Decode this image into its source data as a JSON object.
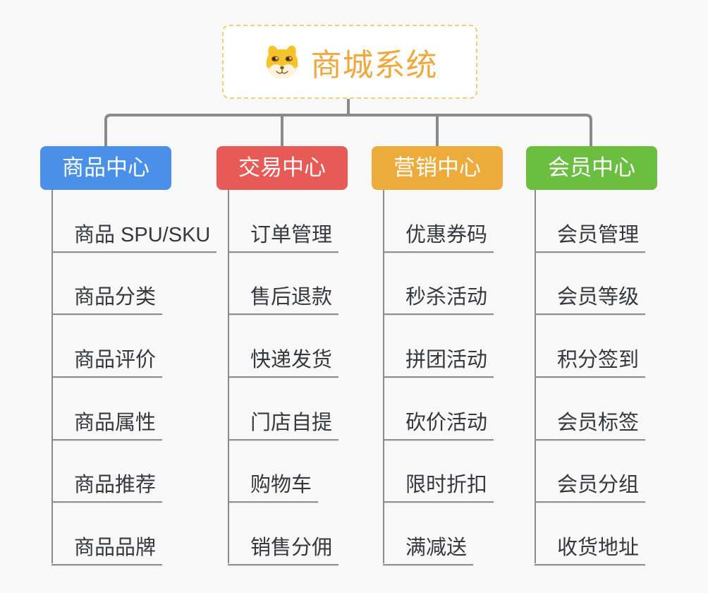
{
  "root": {
    "label": "商城系统",
    "icon": "dog-face-icon"
  },
  "branches": [
    {
      "label": "商品中心",
      "color": "#4A90E8",
      "items": [
        "商品 SPU/SKU",
        "商品分类",
        "商品评价",
        "商品属性",
        "商品推荐",
        "商品品牌"
      ]
    },
    {
      "label": "交易中心",
      "color": "#E75A56",
      "items": [
        "订单管理",
        "售后退款",
        "快递发货",
        "门店自提",
        "购物车",
        "销售分佣"
      ]
    },
    {
      "label": "营销中心",
      "color": "#ECAB3B",
      "items": [
        "优惠券码",
        "秒杀活动",
        "拼团活动",
        "砍价活动",
        "限时折扣",
        "满减送"
      ]
    },
    {
      "label": "会员中心",
      "color": "#6CBE40",
      "items": [
        "会员管理",
        "会员等级",
        "积分签到",
        "会员标签",
        "会员分组",
        "收货地址"
      ]
    }
  ],
  "colors": {
    "background": "#F8F8F8",
    "connector": "#8A8A8A",
    "underline": "#8E8E8E",
    "item_text": "#35393E",
    "root_text": "#F0A83E",
    "root_border": "#F5CB84"
  }
}
